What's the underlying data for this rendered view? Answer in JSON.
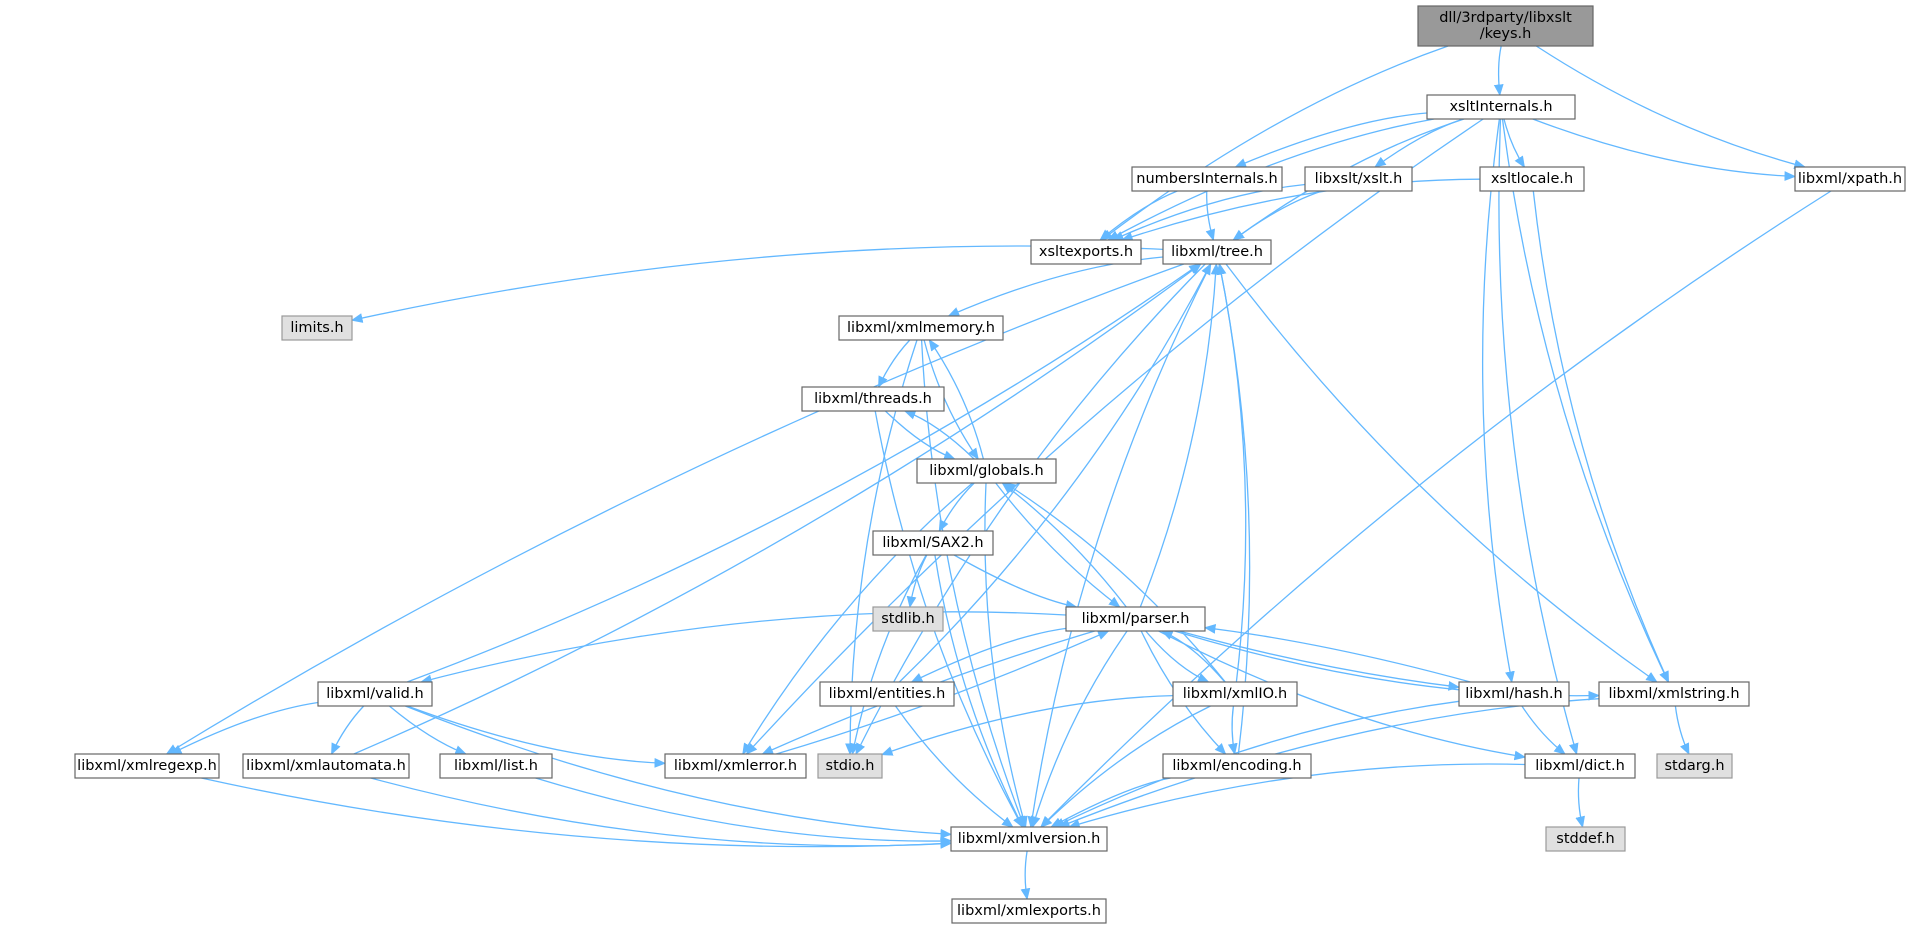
{
  "colors": {
    "edge": "#63b8ff",
    "node_fill": "#ffffff",
    "node_stroke": "#666666",
    "root_fill": "#999999",
    "root_stroke": "#666666",
    "system_fill": "#e0e0e0",
    "system_stroke": "#999999"
  },
  "nodes": [
    {
      "id": "keys",
      "lines": [
        "dll/3rdparty/libxslt",
        "/keys.h"
      ],
      "kind": "root"
    },
    {
      "id": "xsltInternals",
      "lines": [
        "xsltInternals.h"
      ],
      "kind": "normal"
    },
    {
      "id": "numbersInternals",
      "lines": [
        "numbersInternals.h"
      ],
      "kind": "normal"
    },
    {
      "id": "xslt",
      "lines": [
        "libxslt/xslt.h"
      ],
      "kind": "normal"
    },
    {
      "id": "xsltlocale",
      "lines": [
        "xsltlocale.h"
      ],
      "kind": "normal"
    },
    {
      "id": "xpath",
      "lines": [
        "libxml/xpath.h"
      ],
      "kind": "normal"
    },
    {
      "id": "xsltexports",
      "lines": [
        "xsltexports.h"
      ],
      "kind": "normal"
    },
    {
      "id": "tree",
      "lines": [
        "libxml/tree.h"
      ],
      "kind": "normal"
    },
    {
      "id": "limits",
      "lines": [
        "limits.h"
      ],
      "kind": "system"
    },
    {
      "id": "xmlmemory",
      "lines": [
        "libxml/xmlmemory.h"
      ],
      "kind": "normal"
    },
    {
      "id": "threads",
      "lines": [
        "libxml/threads.h"
      ],
      "kind": "normal"
    },
    {
      "id": "globals",
      "lines": [
        "libxml/globals.h"
      ],
      "kind": "normal"
    },
    {
      "id": "SAX2",
      "lines": [
        "libxml/SAX2.h"
      ],
      "kind": "normal"
    },
    {
      "id": "stdlib",
      "lines": [
        "stdlib.h"
      ],
      "kind": "system"
    },
    {
      "id": "parser",
      "lines": [
        "libxml/parser.h"
      ],
      "kind": "normal"
    },
    {
      "id": "valid",
      "lines": [
        "libxml/valid.h"
      ],
      "kind": "normal"
    },
    {
      "id": "entities",
      "lines": [
        "libxml/entities.h"
      ],
      "kind": "normal"
    },
    {
      "id": "xmlIO",
      "lines": [
        "libxml/xmlIO.h"
      ],
      "kind": "normal"
    },
    {
      "id": "hash",
      "lines": [
        "libxml/hash.h"
      ],
      "kind": "normal"
    },
    {
      "id": "xmlstring",
      "lines": [
        "libxml/xmlstring.h"
      ],
      "kind": "normal"
    },
    {
      "id": "xmlregexp",
      "lines": [
        "libxml/xmlregexp.h"
      ],
      "kind": "normal"
    },
    {
      "id": "xmlautomata",
      "lines": [
        "libxml/xmlautomata.h"
      ],
      "kind": "normal"
    },
    {
      "id": "list",
      "lines": [
        "libxml/list.h"
      ],
      "kind": "normal"
    },
    {
      "id": "xmlerror",
      "lines": [
        "libxml/xmlerror.h"
      ],
      "kind": "normal"
    },
    {
      "id": "stdio",
      "lines": [
        "stdio.h"
      ],
      "kind": "system"
    },
    {
      "id": "encoding",
      "lines": [
        "libxml/encoding.h"
      ],
      "kind": "normal"
    },
    {
      "id": "dict",
      "lines": [
        "libxml/dict.h"
      ],
      "kind": "normal"
    },
    {
      "id": "stdarg",
      "lines": [
        "stdarg.h"
      ],
      "kind": "system"
    },
    {
      "id": "stddef",
      "lines": [
        "stddef.h"
      ],
      "kind": "system"
    },
    {
      "id": "xmlversion",
      "lines": [
        "libxml/xmlversion.h"
      ],
      "kind": "normal"
    },
    {
      "id": "xmlexports",
      "lines": [
        "libxml/xmlexports.h"
      ],
      "kind": "normal"
    }
  ],
  "edges": [
    [
      "keys",
      "xsltInternals"
    ],
    [
      "keys",
      "xsltexports"
    ],
    [
      "keys",
      "xpath"
    ],
    [
      "xsltInternals",
      "xsltexports"
    ],
    [
      "xsltInternals",
      "numbersInternals"
    ],
    [
      "xsltInternals",
      "xslt"
    ],
    [
      "xsltInternals",
      "xsltlocale"
    ],
    [
      "xsltInternals",
      "xpath"
    ],
    [
      "xsltInternals",
      "tree"
    ],
    [
      "xsltInternals",
      "hash"
    ],
    [
      "xsltInternals",
      "xmlstring"
    ],
    [
      "xsltInternals",
      "dict"
    ],
    [
      "xsltInternals",
      "xmlerror"
    ],
    [
      "numbersInternals",
      "xsltexports"
    ],
    [
      "numbersInternals",
      "tree"
    ],
    [
      "xslt",
      "xsltexports"
    ],
    [
      "xslt",
      "tree"
    ],
    [
      "xsltlocale",
      "xsltexports"
    ],
    [
      "xsltlocale",
      "xmlstring"
    ],
    [
      "xpath",
      "xmlversion"
    ],
    [
      "tree",
      "limits"
    ],
    [
      "tree",
      "xmlmemory"
    ],
    [
      "tree",
      "xmlregexp"
    ],
    [
      "tree",
      "stdio"
    ],
    [
      "tree",
      "xmlstring"
    ],
    [
      "tree",
      "xmlversion"
    ],
    [
      "xmlmemory",
      "threads"
    ],
    [
      "xmlmemory",
      "globals"
    ],
    [
      "xmlmemory",
      "stdio"
    ],
    [
      "xmlmemory",
      "xmlversion"
    ],
    [
      "threads",
      "globals"
    ],
    [
      "threads",
      "xmlversion"
    ],
    [
      "globals",
      "threads"
    ],
    [
      "globals",
      "xmlmemory"
    ],
    [
      "globals",
      "SAX2"
    ],
    [
      "globals",
      "parser"
    ],
    [
      "globals",
      "xmlerror"
    ],
    [
      "globals",
      "xmlversion"
    ],
    [
      "SAX2",
      "stdlib"
    ],
    [
      "SAX2",
      "parser"
    ],
    [
      "SAX2",
      "stdio"
    ],
    [
      "SAX2",
      "xmlversion"
    ],
    [
      "parser",
      "tree"
    ],
    [
      "parser",
      "globals"
    ],
    [
      "parser",
      "valid"
    ],
    [
      "parser",
      "entities"
    ],
    [
      "parser",
      "xmlIO"
    ],
    [
      "parser",
      "hash"
    ],
    [
      "parser",
      "xmlstring"
    ],
    [
      "parser",
      "encoding"
    ],
    [
      "parser",
      "dict"
    ],
    [
      "parser",
      "xmlerror"
    ],
    [
      "parser",
      "xmlversion"
    ],
    [
      "valid",
      "tree"
    ],
    [
      "valid",
      "xmlregexp"
    ],
    [
      "valid",
      "xmlautomata"
    ],
    [
      "valid",
      "list"
    ],
    [
      "valid",
      "xmlerror"
    ],
    [
      "valid",
      "xmlversion"
    ],
    [
      "entities",
      "tree"
    ],
    [
      "entities",
      "xmlversion"
    ],
    [
      "xmlIO",
      "parser"
    ],
    [
      "xmlIO",
      "globals"
    ],
    [
      "xmlIO",
      "tree"
    ],
    [
      "xmlIO",
      "encoding"
    ],
    [
      "xmlIO",
      "stdio"
    ],
    [
      "xmlIO",
      "xmlversion"
    ],
    [
      "hash",
      "parser"
    ],
    [
      "hash",
      "dict"
    ],
    [
      "hash",
      "xmlversion"
    ],
    [
      "xmlstring",
      "stdarg"
    ],
    [
      "xmlstring",
      "xmlversion"
    ],
    [
      "xmlregexp",
      "xmlversion"
    ],
    [
      "xmlautomata",
      "tree"
    ],
    [
      "xmlautomata",
      "xmlversion"
    ],
    [
      "list",
      "xmlversion"
    ],
    [
      "xmlerror",
      "parser"
    ],
    [
      "encoding",
      "tree"
    ],
    [
      "encoding",
      "xmlversion"
    ],
    [
      "dict",
      "stddef"
    ],
    [
      "dict",
      "xmlversion"
    ],
    [
      "xmlversion",
      "xmlexports"
    ]
  ]
}
